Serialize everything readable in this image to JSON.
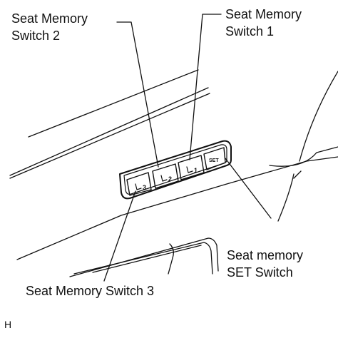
{
  "labels": {
    "switch_2": [
      "Seat Memory",
      "Switch 2"
    ],
    "switch_1": [
      "Seat Memory",
      "Switch 1"
    ],
    "set_switch": [
      "Seat memory",
      "SET Switch"
    ],
    "switch_3": "Seat Memory Switch 3"
  },
  "button_glyphs": {
    "switch_3": "3",
    "switch_2": "2",
    "switch_1": "1",
    "set": "SET"
  },
  "figure_id": "H",
  "colors": {
    "line": "#111111",
    "background": "#ffffff"
  }
}
